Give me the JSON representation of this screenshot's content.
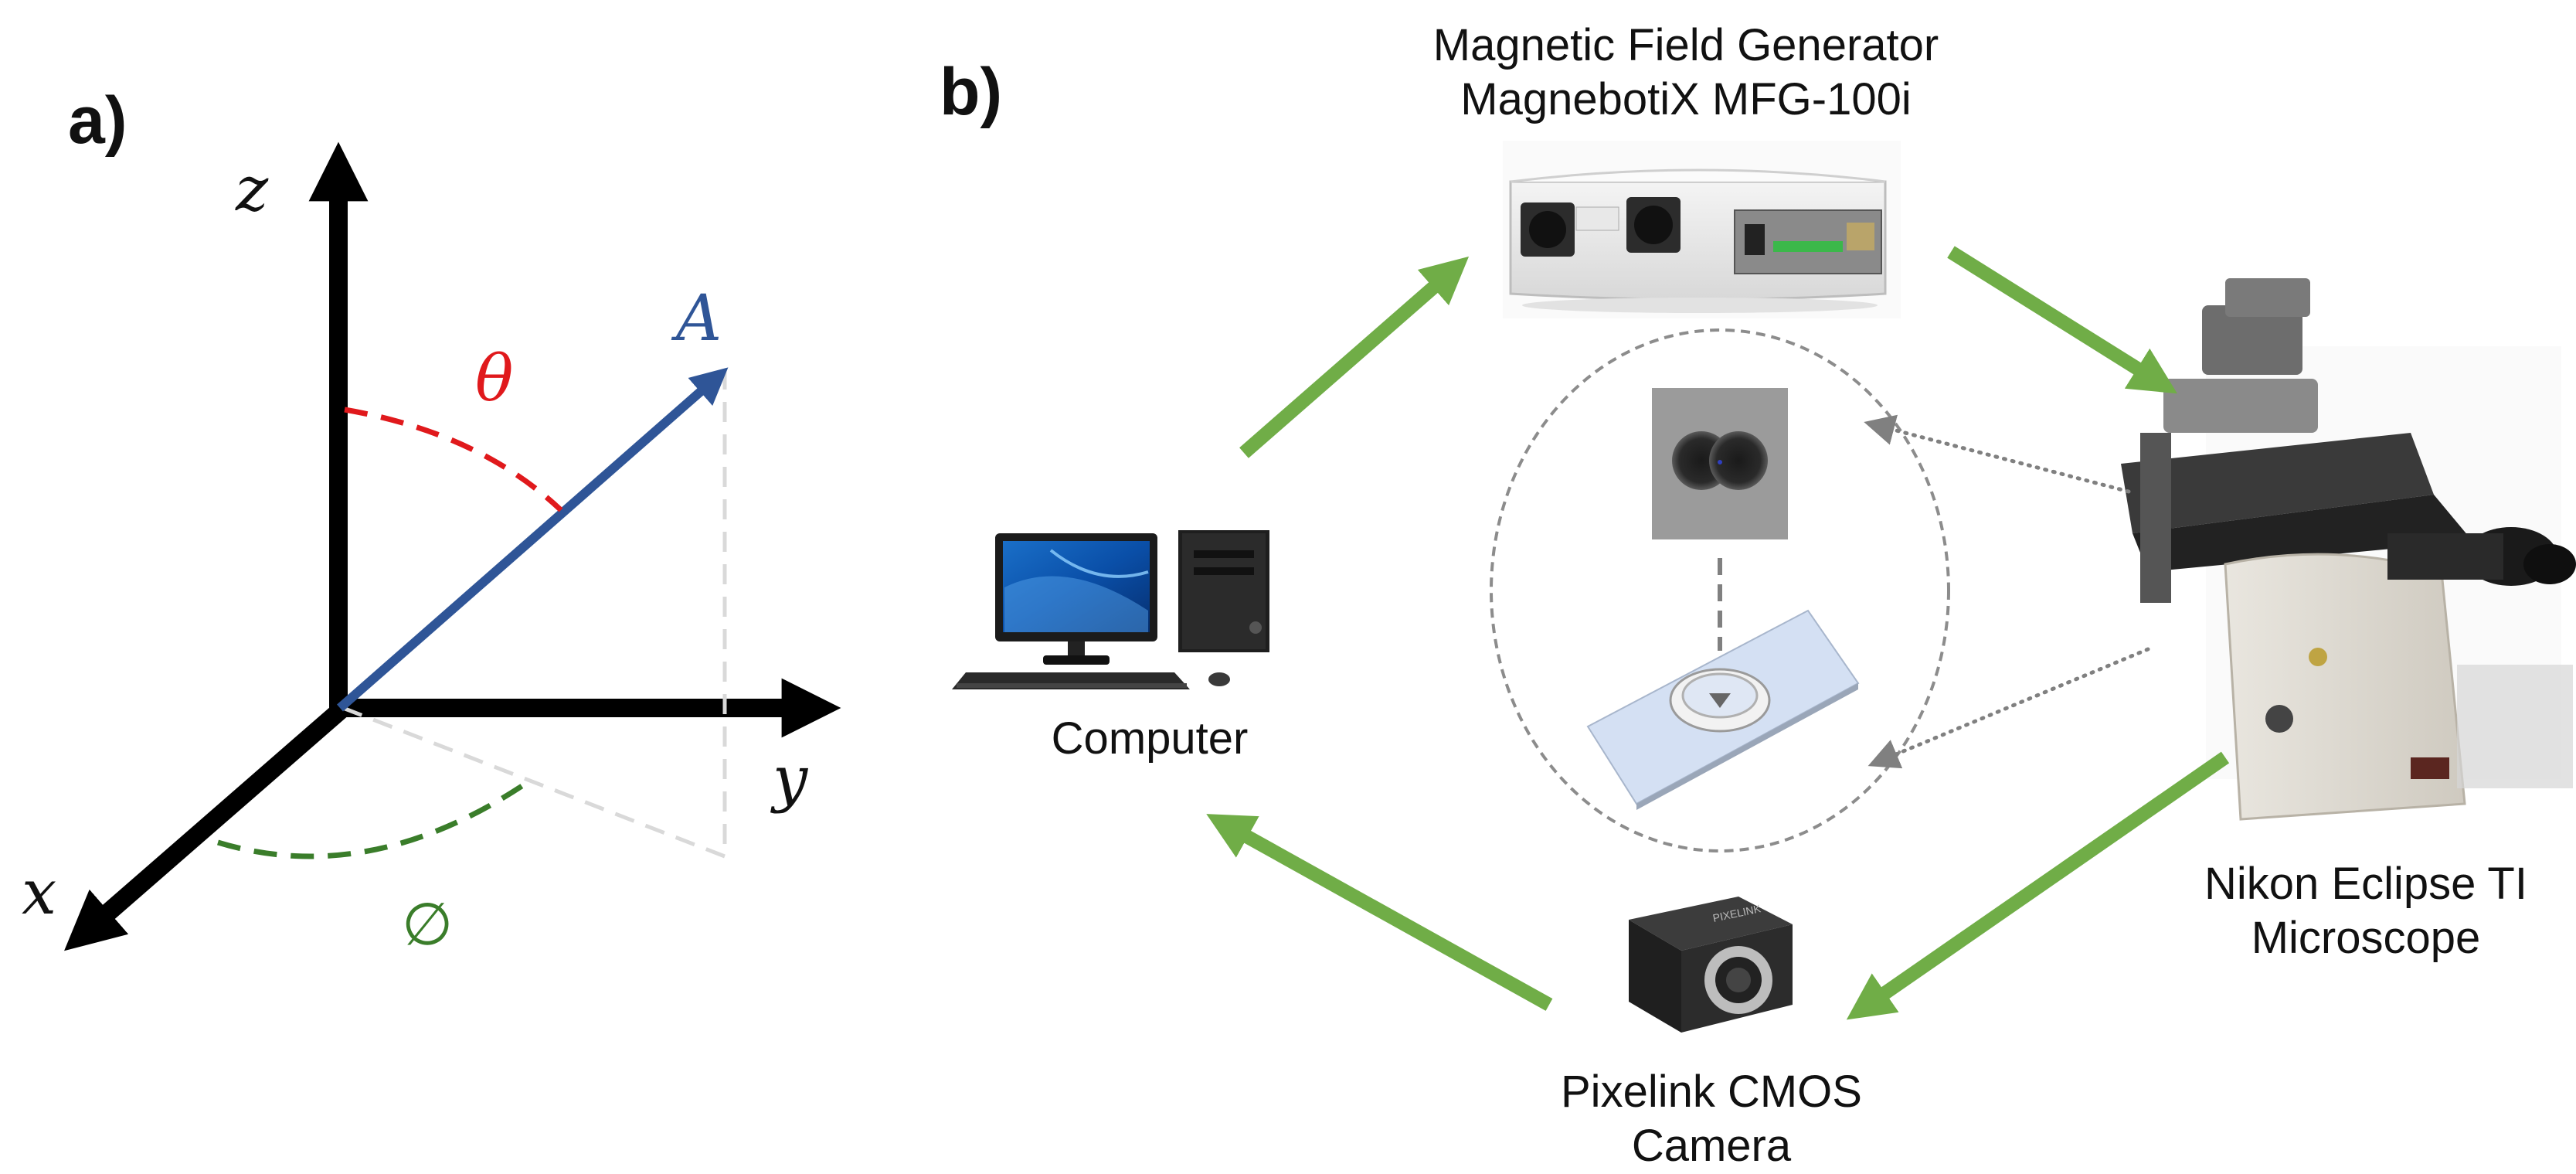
{
  "panel_a": {
    "label": "a)",
    "axes": {
      "z": "z",
      "y": "y",
      "x": "x"
    },
    "vector_label": "A",
    "theta_label": "θ",
    "phi_label": "∅"
  },
  "panel_b": {
    "label": "b)",
    "generator": {
      "line1": "Magnetic Field Generator",
      "line2": "MagnebotiX MFG-100i"
    },
    "computer": {
      "label": "Computer"
    },
    "microscope": {
      "line1": "Nikon Eclipse TI",
      "line2": "Microscope"
    },
    "camera": {
      "line1": "Pixelink CMOS",
      "line2": "Camera",
      "brand": "PIXELINK"
    }
  },
  "colors": {
    "axis": "#000000",
    "vector": "#2f5597",
    "theta": "#e0191c",
    "phi": "#3a7d2a",
    "flow_arrow": "#70ad47",
    "dotted": "#808080"
  }
}
